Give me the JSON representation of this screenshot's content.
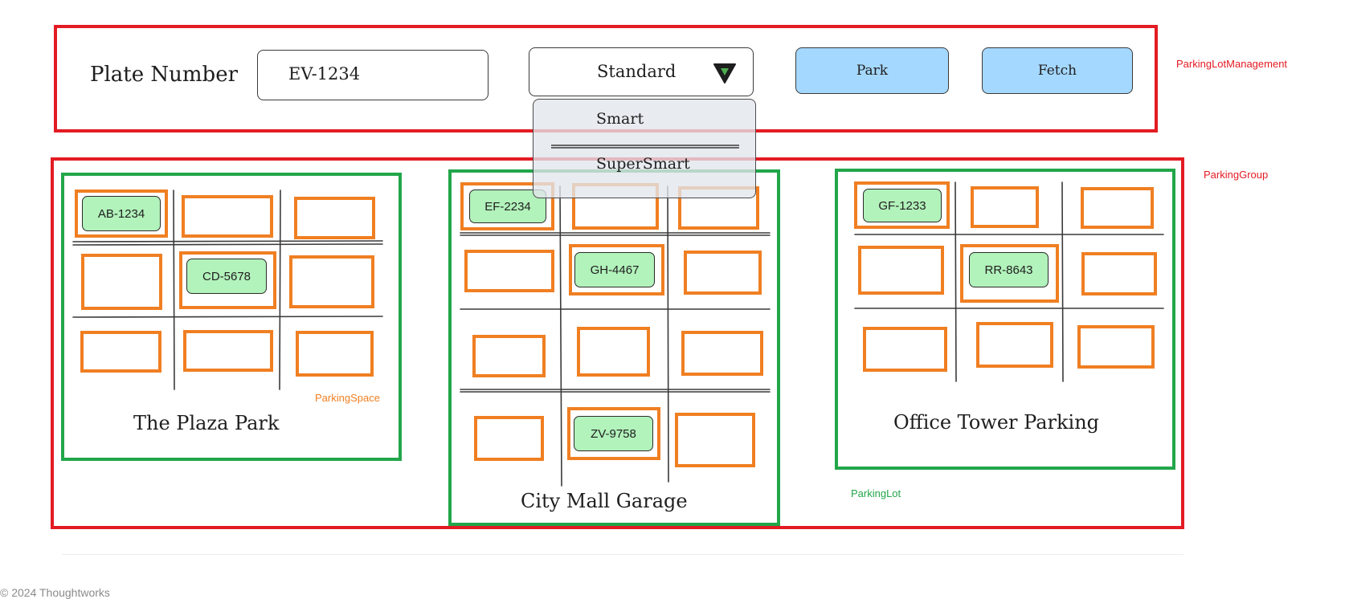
{
  "management": {
    "plate_label": "Plate Number",
    "plate_value": "EV-1234",
    "type_selected": "Standard",
    "type_options": [
      "Smart",
      "SuperSmart"
    ],
    "park_label": "Park",
    "fetch_label": "Fetch"
  },
  "annotations": {
    "management": "ParkingLotManagement",
    "group": "ParkingGroup",
    "space": "ParkingSpace",
    "lot": "ParkingLot"
  },
  "lots": [
    {
      "name": "The Plaza Park",
      "cars": [
        "AB-1234",
        "CD-5678"
      ]
    },
    {
      "name": "City Mall Garage",
      "cars": [
        "EF-2234",
        "GH-4467",
        "ZV-9758"
      ]
    },
    {
      "name": "Office Tower Parking",
      "cars": [
        "GF-1233",
        "RR-8643"
      ]
    }
  ],
  "footer": {
    "copyright": "© 2024 Thoughtworks"
  },
  "colors": {
    "frame_red": "#e31b23",
    "lot_green": "#22a64a",
    "space_orange": "#f07f22",
    "car_fill": "#b2f2bb",
    "button_fill": "#a5d8ff"
  },
  "icons": {
    "dropdown": "triangle-down-icon"
  }
}
